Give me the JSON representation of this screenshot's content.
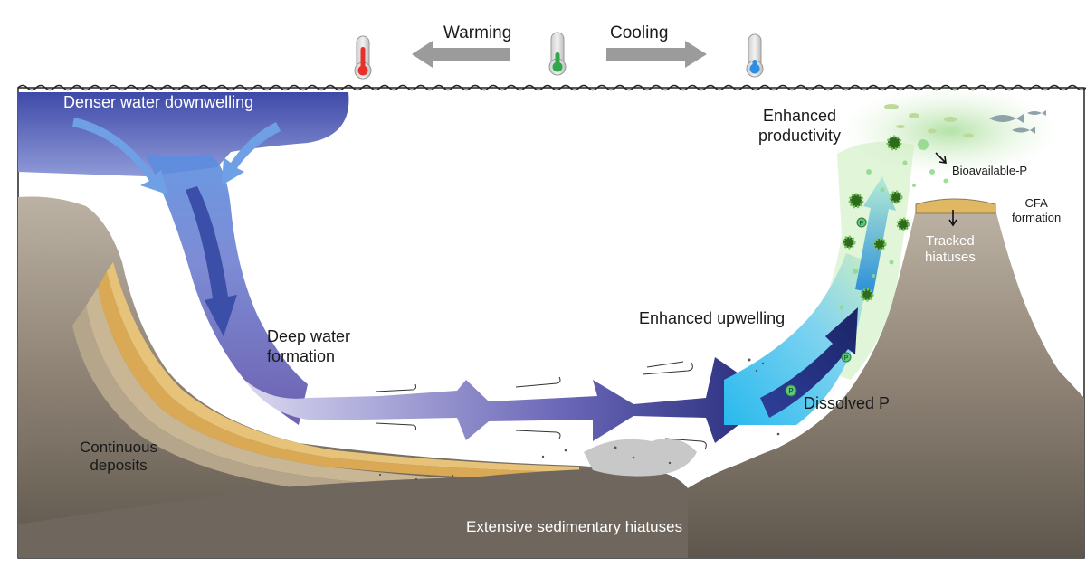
{
  "temperature": {
    "warming_label": "Warming",
    "cooling_label": "Cooling",
    "colors": {
      "warm": "#e8302a",
      "neutral": "#2fa84a",
      "cold": "#2d8fe0"
    }
  },
  "labels": {
    "downwelling": "Denser water downwelling",
    "deep_water_line1": "Deep water",
    "deep_water_line2": "formation",
    "upwelling": "Enhanced upwelling",
    "productivity_line1": "Enhanced",
    "productivity_line2": "productivity",
    "bioavailable": "Bioavailable-P",
    "cfa_line1": "CFA",
    "cfa_line2": "formation",
    "tracked_line1": "Tracked",
    "tracked_line2": "hiatuses",
    "dissolved": "Dissolved P",
    "continuous_line1": "Continuous",
    "continuous_line2": "deposits",
    "hiatuses": "Extensive sedimentary hiatuses",
    "p_marker": "P"
  },
  "colors": {
    "deep_water": "#3b3f8f",
    "upwelling": "#2cb6e8",
    "seafloor": "#7d7366",
    "sediment": "#e0b864",
    "productivity": "#6cc96a"
  }
}
